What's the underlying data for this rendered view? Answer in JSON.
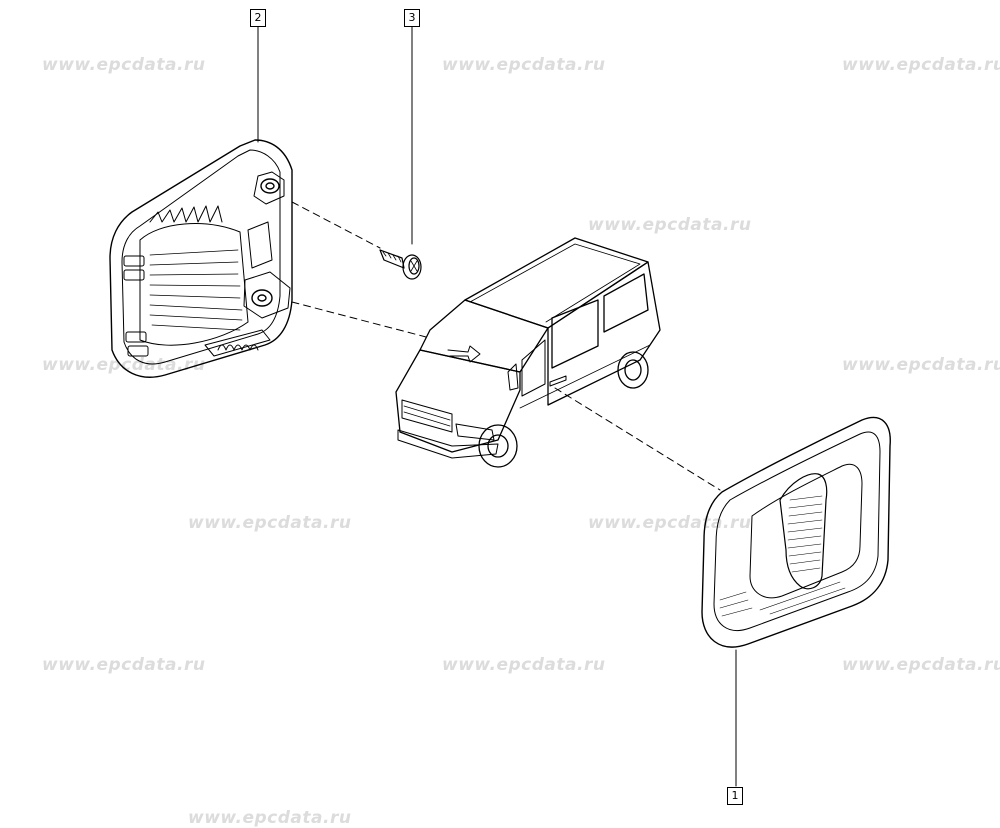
{
  "watermark": "www.epcdata.ru",
  "callouts": [
    {
      "id": "1",
      "label": "1"
    },
    {
      "id": "2",
      "label": "2"
    },
    {
      "id": "3",
      "label": "3"
    }
  ],
  "colors": {
    "line": "#000000",
    "watermark": "#dcdcdc",
    "background": "#ffffff"
  }
}
